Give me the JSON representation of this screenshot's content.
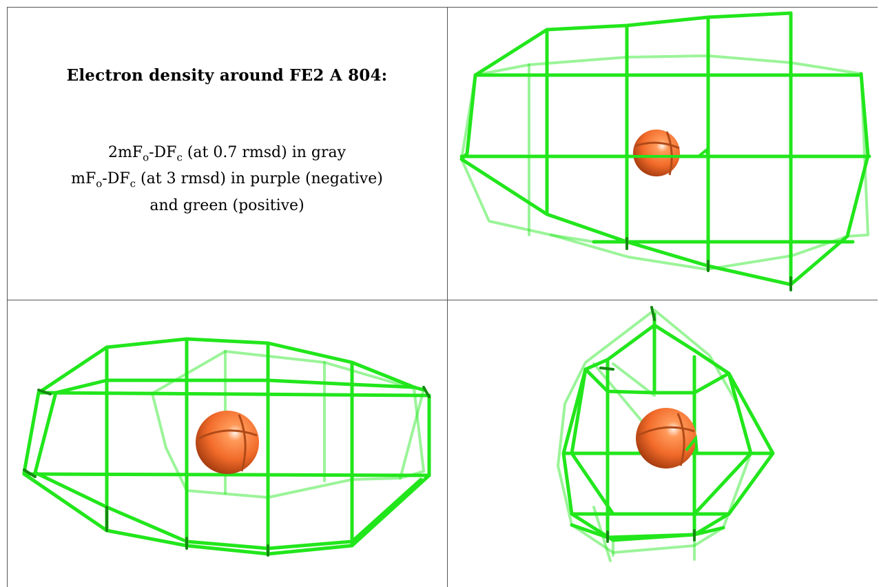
{
  "caption": {
    "title": "Electron density around FE2 A 804:",
    "line1": {
      "a": "2mF",
      "sub1": "o",
      "b": "-DF",
      "sub2": "c",
      "c": " (at 0.7 rmsd) in gray"
    },
    "line2": {
      "a": "mF",
      "sub1": "o",
      "b": "-DF",
      "sub2": "c",
      "c": " (at 3 rmsd) in purple (negative)"
    },
    "line3": "and green (positive)"
  },
  "colors": {
    "mesh_green": "#22e61c",
    "mesh_dark": "#138a10",
    "atom_orange": "#f26b2a",
    "cell_border": "#555555"
  },
  "panels": [
    {
      "name": "top-right-view",
      "content": "iron-atom-in-density-mesh"
    },
    {
      "name": "bottom-left-view",
      "content": "iron-atom-in-density-mesh"
    },
    {
      "name": "bottom-right-view",
      "content": "iron-atom-in-density-mesh"
    }
  ]
}
